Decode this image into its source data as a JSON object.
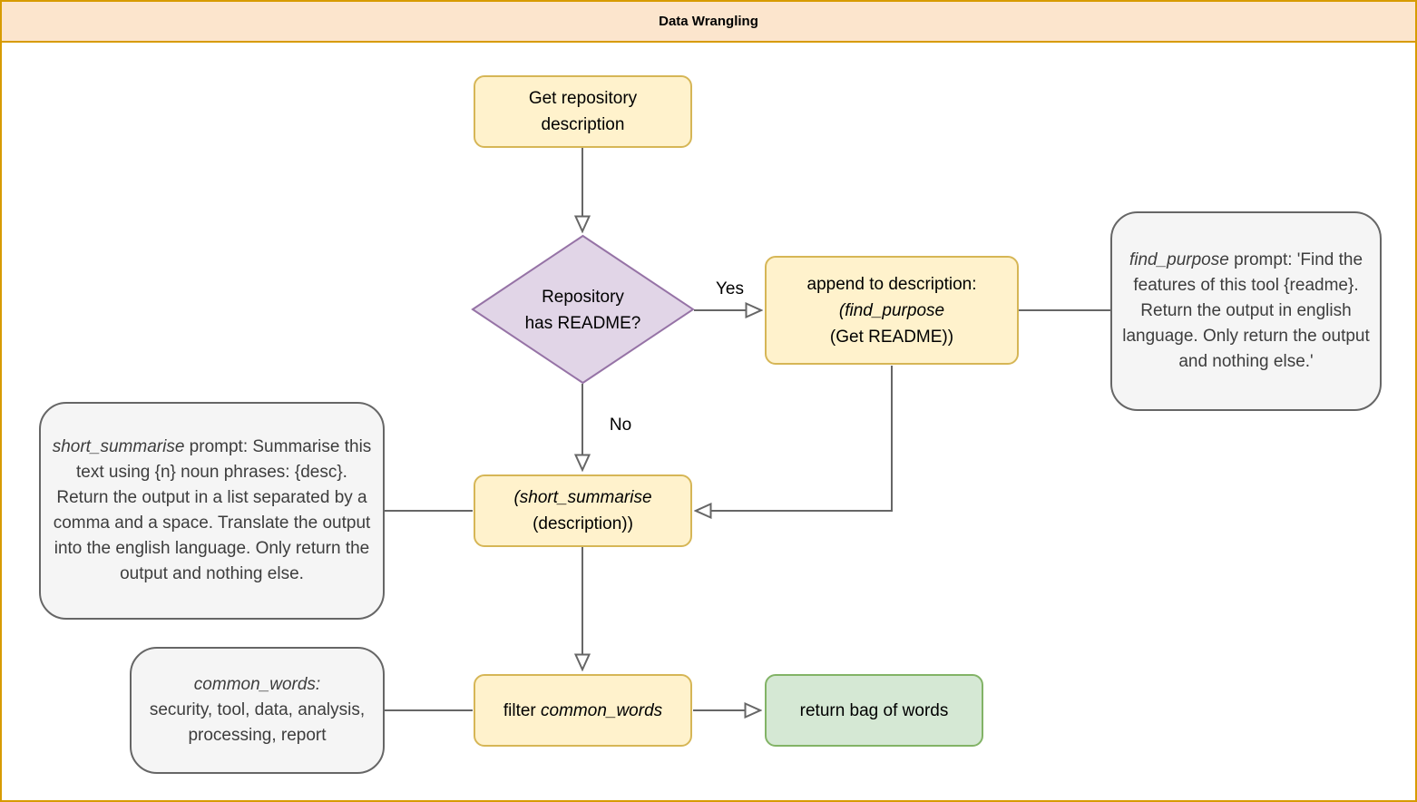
{
  "header": {
    "title": "Data Wrangling"
  },
  "colors": {
    "canvas_border": "#d79b00",
    "header_bg": "#fce5cd",
    "yellow_fill": "#fff2cc",
    "yellow_stroke": "#d6b656",
    "purple_fill": "#e1d5e7",
    "purple_stroke": "#9673a6",
    "green_fill": "#d5e8d4",
    "green_stroke": "#82b366",
    "note_fill": "#f5f5f5",
    "note_stroke": "#666666",
    "edge_color": "#666666"
  },
  "nodes": {
    "get_repository": {
      "label": "Get repository\ndescription"
    },
    "decision": {
      "label": "Repository\nhas README?"
    },
    "append": {
      "line1": "append to description:",
      "line2": "(find_purpose",
      "line3": "(Get README))"
    },
    "find_purpose_note": {
      "name": "find_purpose",
      "text": " prompt: 'Find the features of this tool {readme}. Return the output in english language. Only return the output and nothing else.'"
    },
    "short_summarise_note": {
      "name": "short_summarise",
      "text": " prompt: Summarise this text using {n} noun phrases: {desc}. Return the output in a list separated by a comma and a space. Translate the output into the english language. Only return the output and nothing else."
    },
    "short_summarise_call": {
      "line1": "(short_summarise",
      "line2": "(description))"
    },
    "common_words_note": {
      "name": "common_words:",
      "text": "security, tool, data, analysis, processing, report"
    },
    "filter": {
      "prefix": "filter",
      "keyword": "common_words"
    },
    "return_bag": {
      "label": "return bag of words"
    }
  },
  "edge_labels": {
    "yes": "Yes",
    "no": "No"
  }
}
